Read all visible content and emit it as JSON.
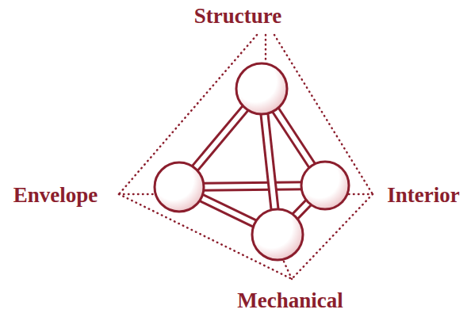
{
  "diagram": {
    "labels": [
      "Structure",
      "Envelope",
      "Interior",
      "Mechanical"
    ]
  }
}
